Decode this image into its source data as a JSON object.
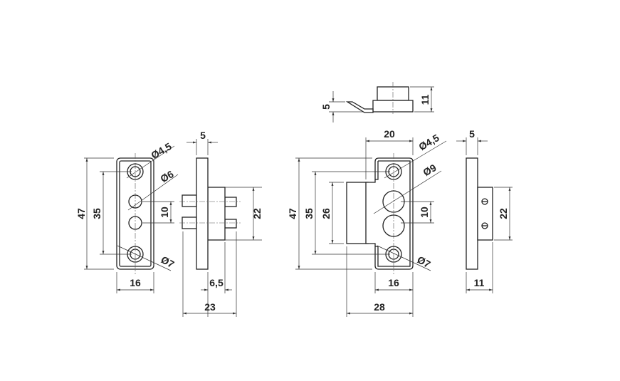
{
  "left_front": {
    "d47": "47",
    "d35": "35",
    "d10": "10",
    "d16": "16",
    "hole_small": "Ø4,5",
    "hole_mid": "Ø6",
    "hole_counter": "Ø7"
  },
  "left_side": {
    "d5": "5",
    "d22": "22",
    "d6_5": "6,5",
    "d23": "23"
  },
  "top_view": {
    "d5": "5",
    "d11": "11"
  },
  "right_front": {
    "d20": "20",
    "d47": "47",
    "d35": "35",
    "d26": "26",
    "d10": "10",
    "d16": "16",
    "d28": "28",
    "hole_small": "Ø4,5",
    "hole_big": "Ø9",
    "hole_counter": "Ø7"
  },
  "right_side": {
    "d5": "5",
    "d22": "22",
    "d11": "11"
  }
}
